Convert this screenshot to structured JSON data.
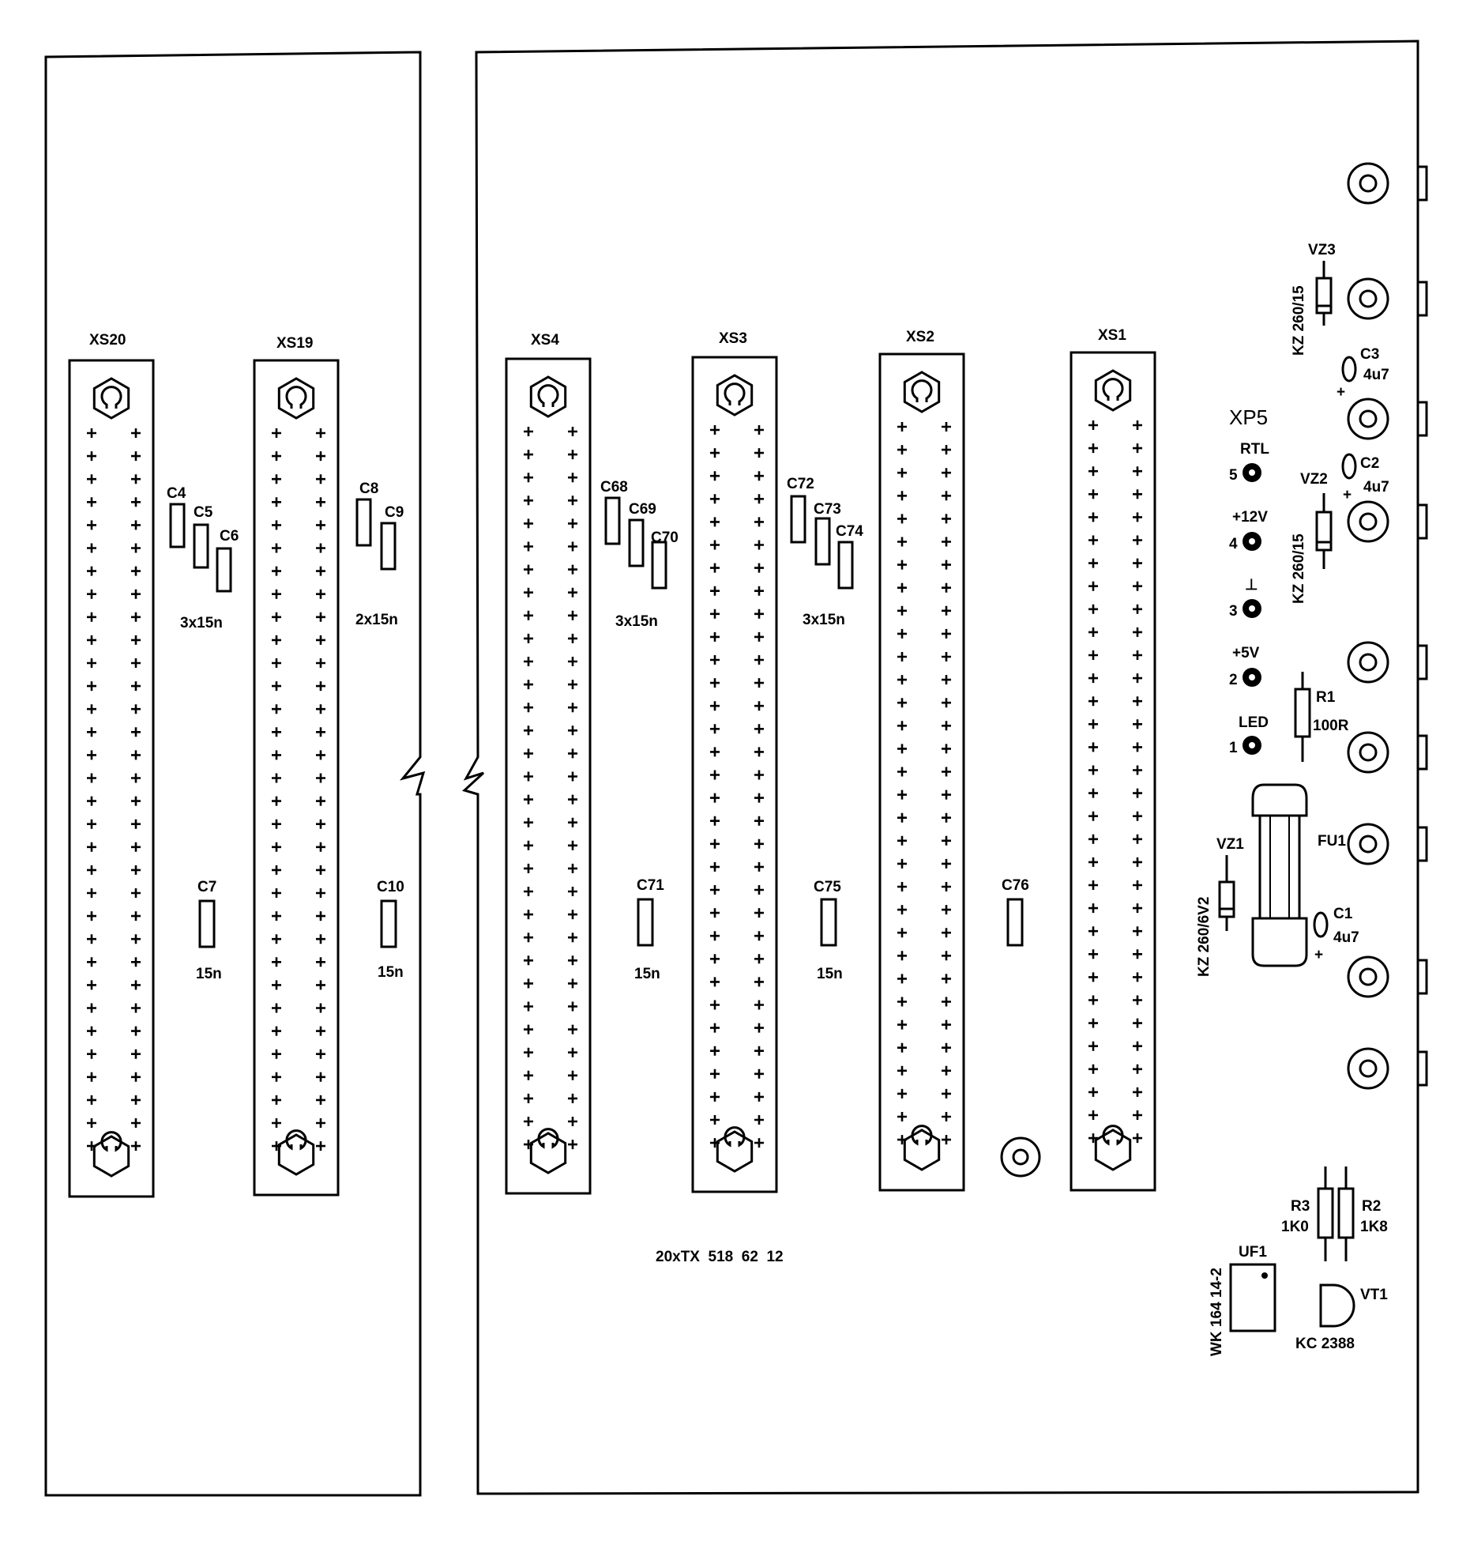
{
  "connectors": [
    {
      "id": "xs20",
      "label": "XS20"
    },
    {
      "id": "xs19",
      "label": "XS19"
    },
    {
      "id": "xs4",
      "label": "XS4"
    },
    {
      "id": "xs3",
      "label": "XS3"
    },
    {
      "id": "xs2",
      "label": "XS2"
    },
    {
      "id": "xs1",
      "label": "XS1"
    }
  ],
  "capacitors": [
    {
      "id": "c4",
      "label": "C4"
    },
    {
      "id": "c5",
      "label": "C5"
    },
    {
      "id": "c6",
      "label": "C6"
    },
    {
      "id": "c8",
      "label": "C8"
    },
    {
      "id": "c9",
      "label": "C9"
    },
    {
      "id": "c68",
      "label": "C68"
    },
    {
      "id": "c69",
      "label": "C69"
    },
    {
      "id": "c70",
      "label": "C70"
    },
    {
      "id": "c72",
      "label": "C72"
    },
    {
      "id": "c73",
      "label": "C73"
    },
    {
      "id": "c74",
      "label": "C74"
    },
    {
      "id": "c7",
      "label": "C7",
      "value": "15n"
    },
    {
      "id": "c10",
      "label": "C10",
      "value": "15n"
    },
    {
      "id": "c71",
      "label": "C71",
      "value": "15n"
    },
    {
      "id": "c75",
      "label": "C75",
      "value": "15n"
    },
    {
      "id": "c76",
      "label": "C76"
    }
  ],
  "group_values": [
    {
      "id": "g1",
      "text": "3x15n"
    },
    {
      "id": "g2",
      "text": "2x15n"
    },
    {
      "id": "g3",
      "text": "3x15n"
    },
    {
      "id": "g4",
      "text": "3x15n"
    }
  ],
  "part_note": "20xTX  518  62  12",
  "xp5": {
    "label": "XP5",
    "pins": [
      {
        "num": "5",
        "name": "RTL"
      },
      {
        "num": "4",
        "name": "+12V"
      },
      {
        "num": "3",
        "name": "⊥"
      },
      {
        "num": "2",
        "name": "+5V"
      },
      {
        "num": "1",
        "name": "LED"
      }
    ]
  },
  "power_parts": {
    "vz3": {
      "label": "VZ3",
      "type": "KZ 260/15"
    },
    "vz2": {
      "label": "VZ2",
      "type": "KZ 260/15"
    },
    "vz1": {
      "label": "VZ1",
      "type": "KZ 260/6V2"
    },
    "c3": {
      "label": "C3",
      "value": "4u7"
    },
    "c2": {
      "label": "C2",
      "value": "4u7"
    },
    "c1": {
      "label": "C1",
      "value": "4u7"
    },
    "r1": {
      "label": "R1",
      "value": "100R"
    },
    "fu1": {
      "label": "FU1"
    },
    "r3": {
      "label": "R3",
      "value": "1K0"
    },
    "r2": {
      "label": "R2",
      "value": "1K8"
    },
    "uf1": {
      "label": "UF1",
      "type": "WK 164 14-2"
    },
    "vt1": {
      "label": "VT1",
      "type": "KC 2388"
    }
  },
  "polarity_mark": "+"
}
